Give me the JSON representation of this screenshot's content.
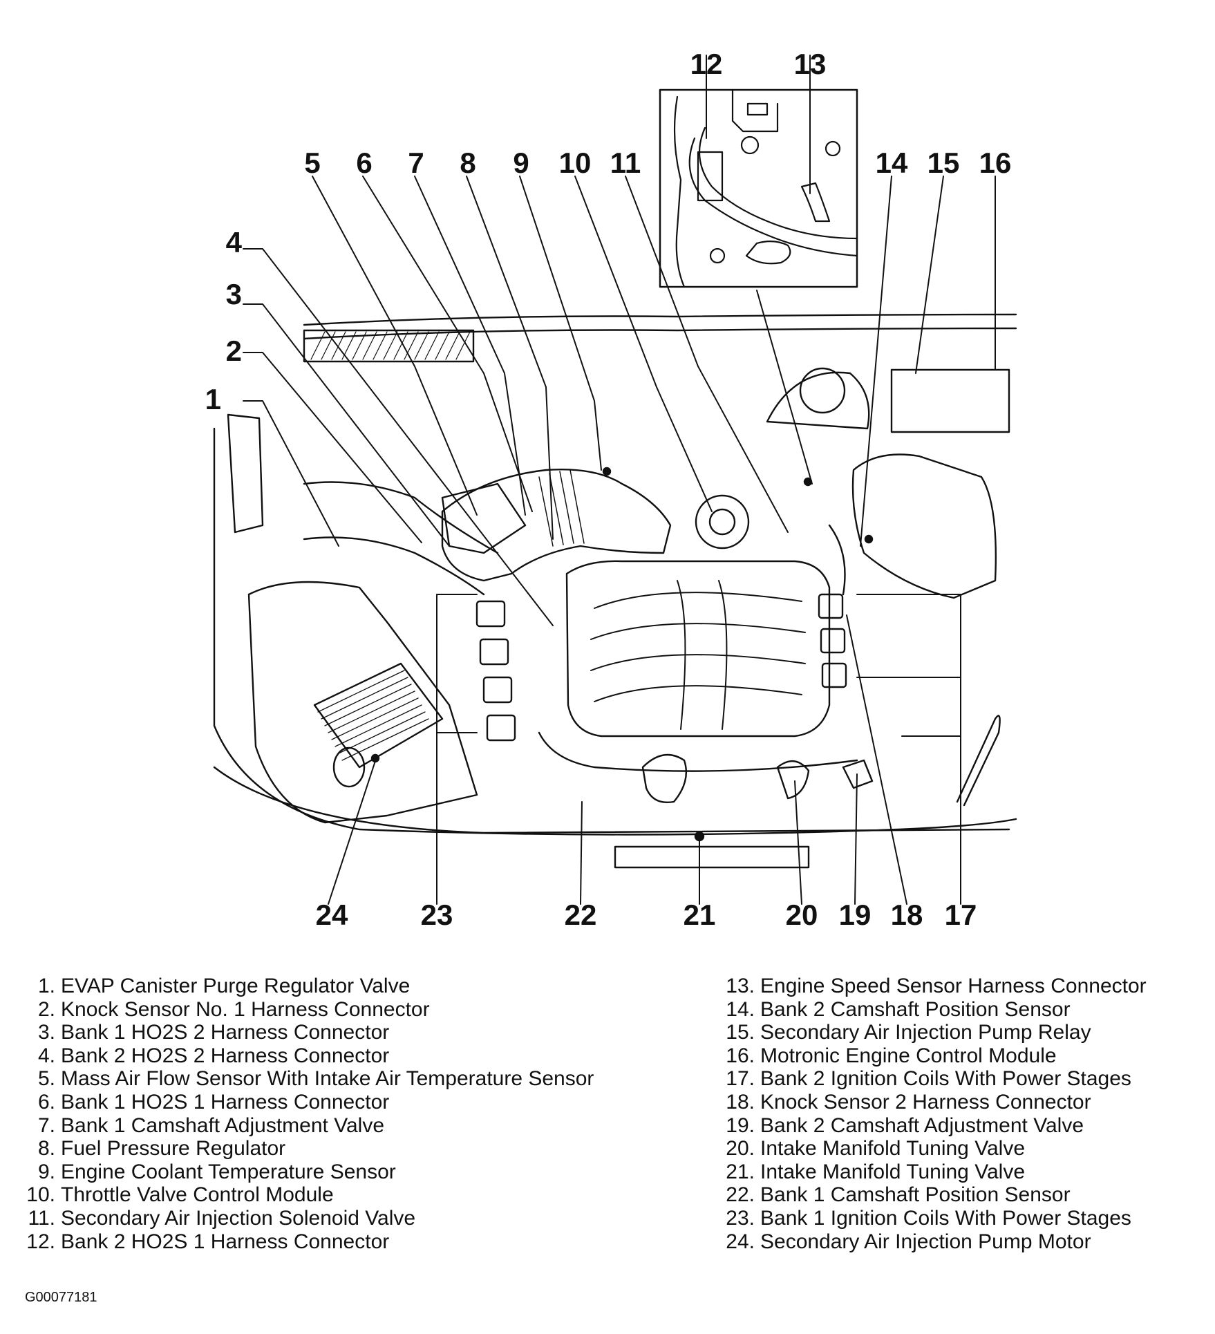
{
  "callouts": [
    "1",
    "2",
    "3",
    "4",
    "5",
    "6",
    "7",
    "8",
    "9",
    "10",
    "11",
    "12",
    "13",
    "14",
    "15",
    "16",
    "17",
    "18",
    "19",
    "20",
    "21",
    "22",
    "23",
    "24"
  ],
  "legend": [
    {
      "num": "1.",
      "text": "EVAP Canister Purge Regulator Valve"
    },
    {
      "num": "2.",
      "text": "Knock Sensor No. 1 Harness Connector"
    },
    {
      "num": "3.",
      "text": "Bank 1 HO2S 2 Harness Connector"
    },
    {
      "num": "4.",
      "text": "Bank 2 HO2S 2 Harness Connector"
    },
    {
      "num": "5.",
      "text": "Mass Air Flow Sensor With Intake Air Temperature Sensor"
    },
    {
      "num": "6.",
      "text": "Bank 1 HO2S 1 Harness Connector"
    },
    {
      "num": "7.",
      "text": "Bank 1 Camshaft Adjustment Valve"
    },
    {
      "num": "8.",
      "text": "Fuel Pressure Regulator"
    },
    {
      "num": "9.",
      "text": "Engine Coolant Temperature Sensor"
    },
    {
      "num": "10.",
      "text": "Throttle Valve Control Module"
    },
    {
      "num": "11.",
      "text": "Secondary Air Injection Solenoid Valve"
    },
    {
      "num": "12.",
      "text": "Bank 2 HO2S 1 Harness Connector"
    },
    {
      "num": "13.",
      "text": "Engine Speed Sensor Harness Connector"
    },
    {
      "num": "14.",
      "text": "Bank 2 Camshaft Position Sensor"
    },
    {
      "num": "15.",
      "text": "Secondary Air Injection Pump Relay"
    },
    {
      "num": "16.",
      "text": "Motronic Engine Control Module"
    },
    {
      "num": "17.",
      "text": "Bank 2 Ignition Coils With Power Stages"
    },
    {
      "num": "18.",
      "text": "Knock Sensor 2 Harness Connector"
    },
    {
      "num": "19.",
      "text": "Bank 2 Camshaft Adjustment Valve"
    },
    {
      "num": "20.",
      "text": "Intake Manifold Tuning Valve"
    },
    {
      "num": "21.",
      "text": "Intake Manifold Tuning Valve"
    },
    {
      "num": "22.",
      "text": "Bank 1 Camshaft Position Sensor"
    },
    {
      "num": "23.",
      "text": "Bank 1 Ignition Coils With Power Stages"
    },
    {
      "num": "24.",
      "text": "Secondary Air Injection Pump Motor"
    }
  ],
  "figure_id": "G00077181"
}
